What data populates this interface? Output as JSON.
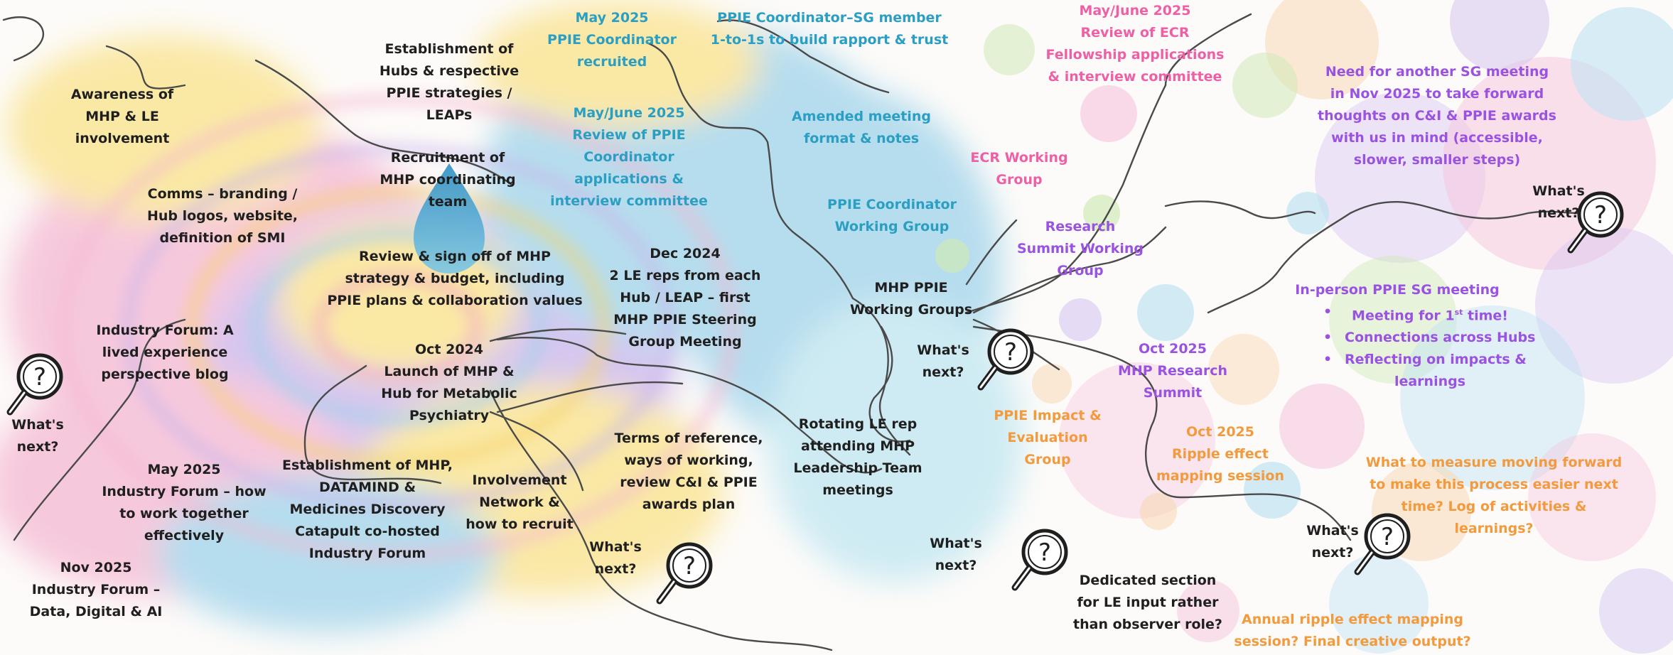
{
  "colors": {
    "dark": "#1f1f1f",
    "teal": "#2a9fc3",
    "pink": "#ee5fa6",
    "purple": "#9a52e0",
    "orange": "#f29a3e",
    "swirl_pink": "#f4b8d3",
    "swirl_blue": "#9fd3ea",
    "swirl_yellow": "#f9e28a",
    "swirl_purple": "#c9b5ec"
  },
  "nodes": {
    "awareness": "Awareness of\nMHP & LE\ninvolvement",
    "hubs": "Establishment of\nHubs & respective\nPPIE strategies /\nLEAPs",
    "recruitment": "Recruitment of\nMHP coordinating\nteam",
    "comms": "Comms – branding /\nHub logos, website,\ndefinition of SMI",
    "review_signoff": "Review & sign off of MHP\nstrategy & budget, including\nPPIE plans & collaboration values",
    "industry_blog": "Industry Forum: A\nlived experience\nperspective blog",
    "oct2024": "Oct 2024\nLaunch of MHP &\nHub for Metabolic\nPsychiatry",
    "dec2024": "Dec 2024\n2 LE reps from each\nHub / LEAP – first\nMHP PPIE Steering\nGroup Meeting",
    "may2025_forum": "May 2025\nIndustry Forum – how\nto work together\neffectively",
    "establishment_mhp": "Establishment of MHP,\nDATAMIND &\nMedicines Discovery\nCatapult co-hosted\nIndustry Forum",
    "involvement": "Involvement\nNetwork &\nhow to recruit",
    "terms": "Terms of reference,\nways of working,\nreview C&I & PPIE\nawards plan",
    "rotating": "Rotating LE rep\nattending MHP\nLeadership Team\nmeetings",
    "nov2025": "Nov 2025\nIndustry Forum –\nData, Digital & AI",
    "may2025_coord": "May 2025\nPPIE Coordinator\nrecruited",
    "coord_sg": "PPIE Coordinator–SG member\n1-to-1s to build rapport & trust",
    "amended": "Amended meeting\nformat & notes",
    "mayjune_coord": "May/June 2025\nReview of PPIE\nCoordinator\napplications &\ninterview committee",
    "coord_wg": "PPIE Coordinator\nWorking Group",
    "mhp_wg": "MHP PPIE\nWorking Groups",
    "mayjune_ecr": "May/June 2025\nReview of ECR\nFellowship applications\n& interview committee",
    "ecr_wg": "ECR Working\nGroup",
    "research_wg": "Research\nSummit Working\nGroup",
    "need_sg": "Need for another SG meeting\nin Nov 2025 to take forward\nthoughts on C&I & PPIE awards\nwith us in mind (accessible,\nslower, smaller steps)",
    "inperson_title": "In-person PPIE SG meeting",
    "oct2025_summit": "Oct 2025\nMHP Research\nSummit",
    "impact_wg": "PPIE Impact &\nEvaluation\nGroup",
    "oct2025_ripple": "Oct 2025\nRipple effect\nmapping session",
    "dedicated": "Dedicated section\nfor LE input rather\nthan observer role?",
    "measure": "What to measure moving forward\nto make this process easier next\ntime? Log of activities &\nlearnings?",
    "annual": "Annual ripple effect mapping\nsession? Final creative output?"
  },
  "inperson_bullets": {
    "b1_pre": "Meeting for 1",
    "b1_sup": "st",
    "b1_post": " time!",
    "b2": "Connections across Hubs",
    "b3": "Reflecting on impacts &\nlearnings"
  },
  "whats_next": {
    "left": "What's\nnext?",
    "bottom_left": "What's\nnext?",
    "center": "What's\nnext?",
    "bottom_center": "What's\nnext?",
    "top_right": "What's\nnext?",
    "bottom_right": "What's\nnext?"
  },
  "icons": {
    "magnifier": "question-magnifier-icon",
    "droplet": "water-drop-icon"
  }
}
